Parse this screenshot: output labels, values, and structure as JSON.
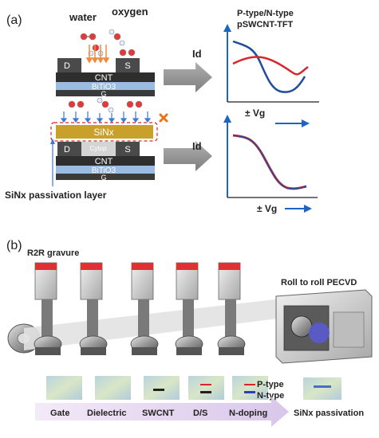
{
  "panel_a": {
    "label": "(a)",
    "water": "water",
    "oxygen": "oxygen",
    "electrode_d": "D",
    "electrode_s": "S",
    "cnt": "CNT",
    "bitio3": "BiTiO3",
    "gate": "G",
    "sinx": "SiNx",
    "cytop": "Cytop",
    "passivation_label": "SiNx passivation layer",
    "graph_top_title_line1": "P-type/N-type",
    "graph_top_title_line2": "pSWCNT-TFT",
    "y_axis": "Id",
    "x_axis": "± Vg"
  },
  "panel_b": {
    "label": "(b)",
    "r2r_gravure": "R2R gravure",
    "pecvd": "Roll to roll PECVD",
    "p_type": "P-type",
    "n_type": "N-type",
    "steps": [
      "Gate",
      "Dielectric",
      "SWCNT",
      "D/S",
      "N-doping"
    ],
    "final_step": "SiNx passivation"
  },
  "colors": {
    "blue_curve": "#1f4e9c",
    "red_curve": "#d9262c",
    "axis_blue": "#1a66c2",
    "arrow_orange": "#f08a3c",
    "sinx_gold": "#c9a02a",
    "cnt_dark": "#3a3a3a",
    "bitio3_blue": "#9bbbe0",
    "cross_orange": "#e8741e",
    "press_red": "#e03030"
  }
}
